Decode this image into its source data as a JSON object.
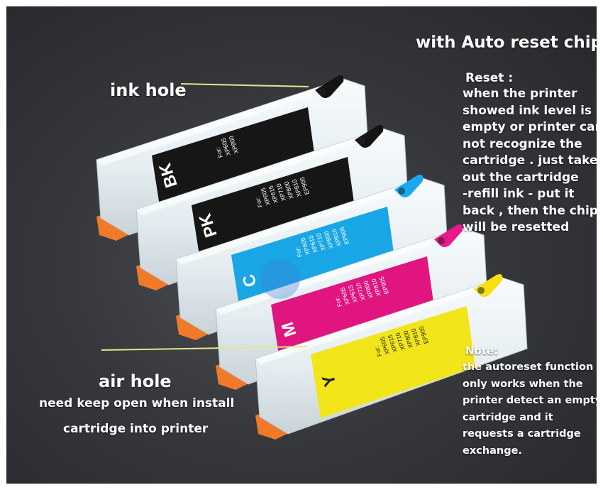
{
  "headline": "with Auto reset chip",
  "ink_hole_label": "ink hole",
  "air_hole_label": "air hole",
  "air_hole_note": [
    "need keep open when install",
    "cartridge into printer"
  ],
  "reset": {
    "title": "Reset :",
    "lines": [
      "when the printer",
      "showed ink level is",
      "empty or printer can",
      "not recognize the",
      "cartridge . just take",
      "out the cartridge",
      "-refill ink - put it",
      "back , then the chip",
      "will be resetted"
    ]
  },
  "note": {
    "title": "Note:",
    "lines": [
      "the autoreset function",
      "only works when the",
      "printer detect an empty",
      "cartridge and it",
      "requests a cartridge",
      "exchange."
    ]
  },
  "cartridges": [
    {
      "code": "BK",
      "color": "#161616",
      "text_color": "#ffffff",
      "cap": "#141414",
      "models": [
        "For:",
        "XP605",
        "XP800"
      ]
    },
    {
      "code": "PK",
      "color": "#161616",
      "text_color": "#ffffff",
      "cap": "#141414",
      "models": [
        "For:",
        "XP605",
        "XP615",
        "XP710",
        "XP800",
        "XP810",
        "EP905"
      ]
    },
    {
      "code": "C",
      "color": "#19a6e6",
      "text_color": "#ffffff",
      "cap": "#1aa9ee",
      "models": [
        "For:",
        "XP605",
        "XP615",
        "XP710",
        "XP800",
        "XP810",
        "EP905"
      ]
    },
    {
      "code": "M",
      "color": "#e0157f",
      "text_color": "#ffffff",
      "cap": "#ec178a",
      "models": [
        "For:",
        "XP605",
        "XP615",
        "XP710",
        "XP800",
        "XP810",
        "EP905"
      ]
    },
    {
      "code": "Y",
      "color": "#f2e51a",
      "text_color": "#222222",
      "cap": "#f7df12",
      "models": [
        "For:",
        "XP605",
        "XP615",
        "XP710",
        "XP800",
        "XP810",
        "EP905"
      ]
    }
  ],
  "colors": {
    "background": "#2f3135",
    "leader_line": "#e9e48a",
    "clip": "#f07a2a",
    "plastic": "#e6eef2"
  }
}
